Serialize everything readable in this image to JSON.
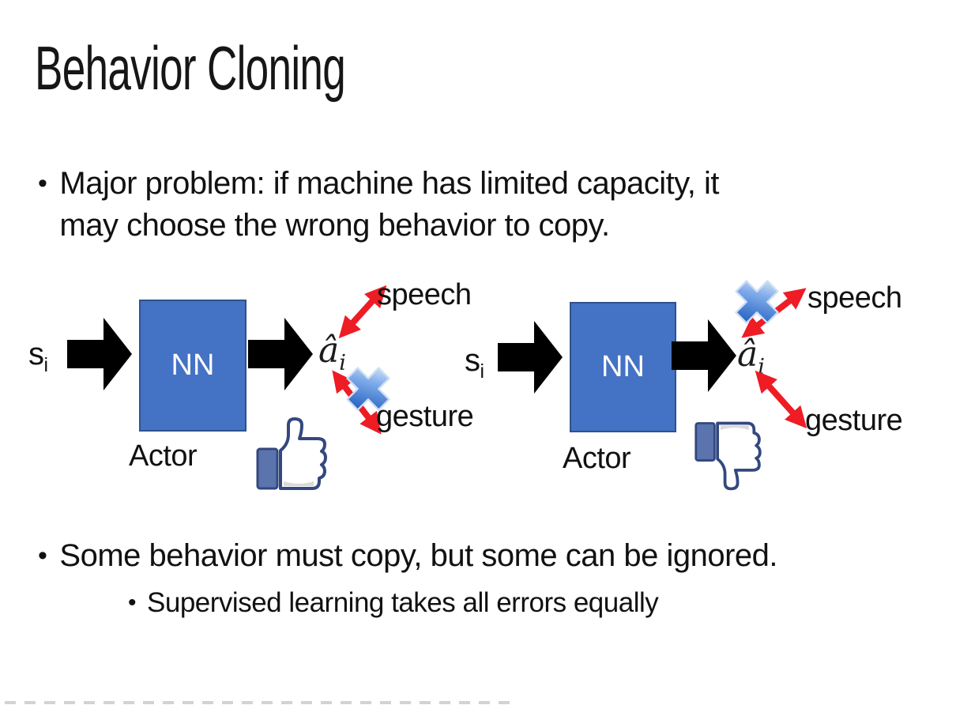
{
  "slide": {
    "title": "Behavior Cloning",
    "bullet1": {
      "marker": "•",
      "line1": "Major problem: if machine has limited capacity, it",
      "line2": "may choose the wrong behavior to copy."
    },
    "bullet2": {
      "marker": "•",
      "text": "Some behavior must copy, but some can be ignored."
    },
    "sub_bullet": {
      "marker": "•",
      "text": "Supervised learning takes all errors equally"
    },
    "diagrams": [
      {
        "id": "left",
        "input": {
          "base": "s",
          "sub": "i"
        },
        "nn_label": "NN",
        "actor_label": "Actor",
        "output": {
          "base": "â",
          "sub": "i"
        },
        "branch_top": "speech",
        "branch_bottom": "gesture",
        "crossed_branch": "gesture",
        "feedback_icon": "thumbs-up-icon"
      },
      {
        "id": "right",
        "input": {
          "base": "s",
          "sub": "i"
        },
        "nn_label": "NN",
        "actor_label": "Actor",
        "output": {
          "base": "â",
          "sub": "i"
        },
        "branch_top": "speech",
        "branch_bottom": "gesture",
        "crossed_branch": "speech",
        "feedback_icon": "thumbs-down-icon"
      }
    ],
    "icons": {
      "flow_arrow": "right-arrow-icon",
      "branch_arrow": "double-headed-arrow-icon",
      "cross": "cross-out-icon",
      "left_feedback": "thumbs-up-icon",
      "right_feedback": "thumbs-down-icon"
    },
    "colors": {
      "background": "#FFFFFF",
      "text": "#111111",
      "nn_box_fill": "#4472C4",
      "nn_box_border": "#2F528F",
      "flow_arrow_black": "#000000",
      "branch_arrow_red": "#EE1C25",
      "cross_icon_blue": "#3D7BDC",
      "thumb_outline_navy": "#33487E",
      "thumb_cuff_blue": "#5B74AD"
    }
  }
}
